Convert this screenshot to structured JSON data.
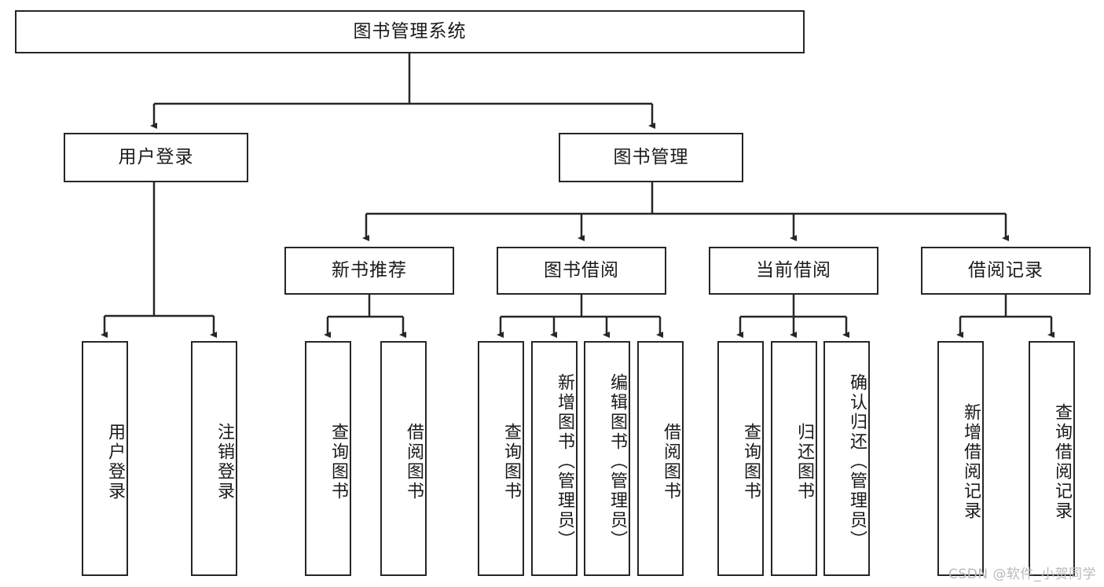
{
  "diagram": {
    "type": "tree",
    "title": "图书管理系统",
    "root": {
      "label": "图书管理系统"
    },
    "level1": [
      {
        "label": "用户登录"
      },
      {
        "label": "图书管理"
      }
    ],
    "level2": [
      {
        "label": "新书推荐"
      },
      {
        "label": "图书借阅"
      },
      {
        "label": "当前借阅"
      },
      {
        "label": "借阅记录"
      }
    ],
    "leaves": {
      "user_login": [
        {
          "label": "用户登录"
        },
        {
          "label": "注销登录"
        }
      ],
      "new_book_recommend": [
        {
          "label": "查询图书"
        },
        {
          "label": "借阅图书"
        }
      ],
      "book_borrow": [
        {
          "label": "查询图书"
        },
        {
          "label": "新增图书（管理员）"
        },
        {
          "label": "编辑图书（管理员）"
        },
        {
          "label": "借阅图书"
        }
      ],
      "current_borrow": [
        {
          "label": "查询图书"
        },
        {
          "label": "归还图书"
        },
        {
          "label": "确认归还（管理员）"
        }
      ],
      "borrow_record": [
        {
          "label": "新增借阅记录"
        },
        {
          "label": "查询借阅记录"
        }
      ]
    },
    "colors": {
      "stroke": "#262626",
      "background": "#ffffff",
      "text": "#1a1a1a",
      "watermark": "#b9b9b9"
    }
  },
  "watermark": {
    "text": "CSDN @软件_小贺同学"
  }
}
